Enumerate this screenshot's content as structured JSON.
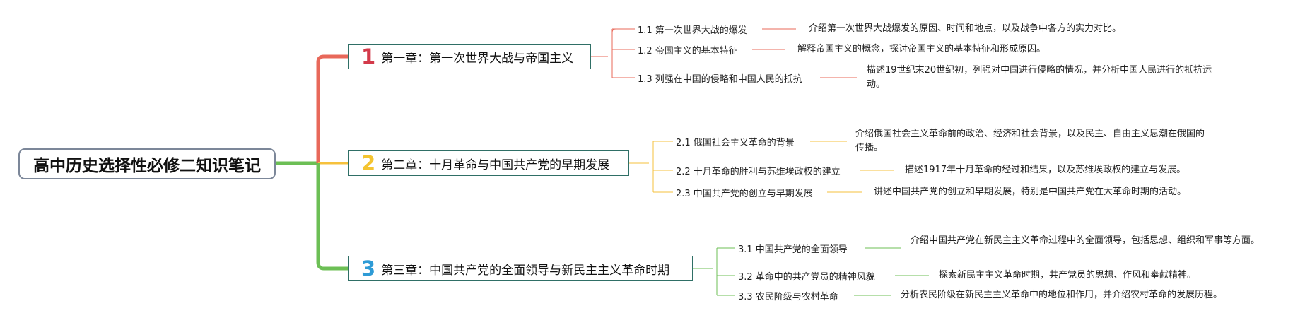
{
  "root": {
    "title": "高中历史选择性必修二知识笔记"
  },
  "colors": {
    "ch1": "#e8685a",
    "ch2": "#f6c13c",
    "ch3": "#6cbf55",
    "num1": "#d33a4a",
    "num2": "#f4c430",
    "num3": "#2e9bd6"
  },
  "chapters": [
    {
      "num": "1",
      "title": "第一章：第一次世界大战与帝国主义",
      "sections": [
        {
          "label": "1.1 第一次世界大战的爆发",
          "desc": "介绍第一次世界大战爆发的原因、时间和地点，以及战争中各方的实力对比。"
        },
        {
          "label": "1.2 帝国主义的基本特征",
          "desc": "解释帝国主义的概念，探讨帝国主义的基本特征和形成原因。"
        },
        {
          "label": "1.3 列强在中国的侵略和中国人民的抵抗",
          "desc": "描述19世纪末20世纪初，列强对中国进行侵略的情况，并分析中国人民进行的抵抗运动。"
        }
      ]
    },
    {
      "num": "2",
      "title": "第二章：十月革命与中国共产党的早期发展",
      "sections": [
        {
          "label": "2.1 俄国社会主义革命的背景",
          "desc": "介绍俄国社会主义革命前的政治、经济和社会背景，以及民主、自由主义思潮在俄国的传播。"
        },
        {
          "label": "2.2 十月革命的胜利与苏维埃政权的建立",
          "desc": "描述1917年十月革命的经过和结果，以及苏维埃政权的建立与发展。"
        },
        {
          "label": "2.3 中国共产党的创立与早期发展",
          "desc": "讲述中国共产党的创立和早期发展，特别是中国共产党在大革命时期的活动。"
        }
      ]
    },
    {
      "num": "3",
      "title": "第三章：中国共产党的全面领导与新民主主义革命时期",
      "sections": [
        {
          "label": "3.1 中国共产党的全面领导",
          "desc": "介绍中国共产党在新民主主义革命过程中的全面领导，包括思想、组织和军事等方面。"
        },
        {
          "label": "3.2 革命中的共产党员的精神风貌",
          "desc": "探索新民主主义革命时期，共产党员的思想、作风和奉献精神。"
        },
        {
          "label": "3.3 农民阶级与农村革命",
          "desc": "分析农民阶级在新民主主义革命中的地位和作用，并介绍农村革命的发展历程。"
        }
      ]
    }
  ]
}
